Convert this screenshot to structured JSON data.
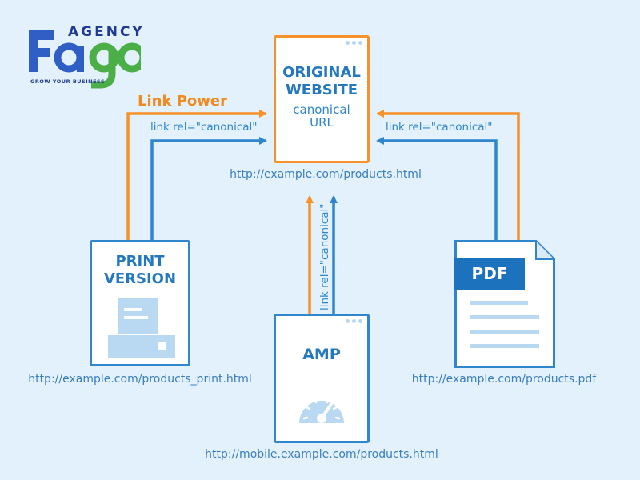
{
  "logo": {
    "agency": "AGENCY",
    "brand": "Fago",
    "tagline": "GROW YOUR BUSINESS"
  },
  "link_power": "Link Power",
  "rel_label": "link rel=\"canonical\"",
  "original": {
    "title_line1": "ORIGINAL",
    "title_line2": "WEBSITE",
    "sub_line1": "canonical",
    "sub_line2": "URL",
    "url": "http://example.com/products.html"
  },
  "print": {
    "title_line1": "PRINT",
    "title_line2": "VERSION",
    "url": "http://example.com/products_print.html"
  },
  "amp": {
    "title": "AMP",
    "url": "http://mobile.example.com/products.html"
  },
  "pdf": {
    "title": "PDF",
    "url": "http://example.com/products.pdf"
  },
  "colors": {
    "orange": "#f7912a",
    "blue": "#2f86cc",
    "background": "#e3f1fc"
  }
}
